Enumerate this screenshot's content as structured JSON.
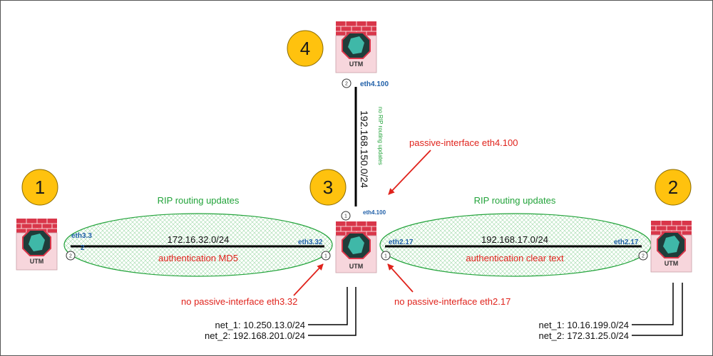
{
  "routers": [
    {
      "id": "1",
      "label": "UTM"
    },
    {
      "id": "2",
      "label": "UTM"
    },
    {
      "id": "3",
      "label": "UTM"
    },
    {
      "id": "4",
      "label": "UTM"
    }
  ],
  "links": {
    "left": {
      "network": "172.16.32.0/24",
      "top_note": "RIP routing updates",
      "bottom_note": "authentication MD5",
      "left_iface": "eth3.3",
      "left_iface_sub": "2",
      "right_iface": "eth3.32",
      "left_port": "2",
      "right_port": "1"
    },
    "right": {
      "network": "192.168.17.0/24",
      "top_note": "RIP routing updates",
      "bottom_note": "authentication clear text",
      "left_iface": "eth2.17",
      "right_iface": "eth2.17",
      "left_port": "1",
      "right_port": "2"
    },
    "vertical": {
      "network": "192.168.150.0/24",
      "note": "no RIP routing updates",
      "top_iface": "eth4.100",
      "bottom_iface": "eth4.100",
      "top_port": "2",
      "bottom_port": "1"
    }
  },
  "callouts": {
    "passive": "passive-interface eth4.100",
    "no_passive_left": "no passive-interface eth3.32",
    "no_passive_right": "no passive-interface eth2.17"
  },
  "nets_router3": [
    "net_1: 10.250.13.0/24",
    "net_2: 192.168.201.0/24"
  ],
  "nets_router2": [
    "net_1: 10.16.199.0/24",
    "net_2: 172.31.25.0/24"
  ],
  "colors": {
    "badge": "#ffc20e",
    "annotation_red": "#e0231c",
    "annotation_green": "#22a33a",
    "iface_blue": "#1f5fa8",
    "firewall_red": "#d9364a",
    "firewall_body": "#f7d6dc"
  }
}
